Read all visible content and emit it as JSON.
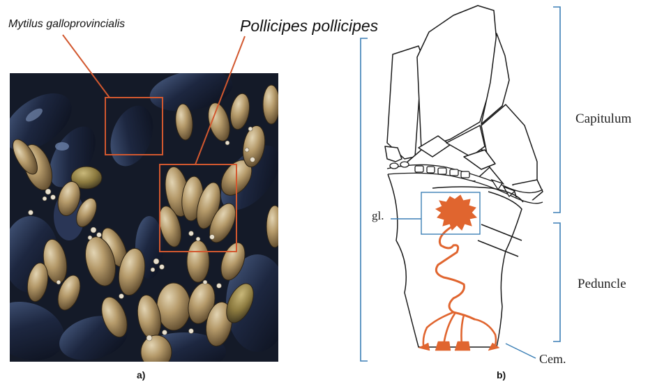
{
  "panel_a": {
    "label_mytilus": "Mytilus galloprovincialis",
    "label_pollicipes": "Pollicipes pollicipes",
    "caption": "a)",
    "colors": {
      "highlight": "#d2582f",
      "mussel": "#1d2740",
      "barnacle": "#b59a6a"
    }
  },
  "panel_b": {
    "label_capitulum": "Capitulum",
    "label_peduncle": "Peduncle",
    "label_gland": "gl.",
    "label_cement": "Cem.",
    "caption": "b)",
    "colors": {
      "bracket": "#3b7fb5",
      "gland": "#e0652f",
      "outline": "#1a1a1a"
    }
  }
}
